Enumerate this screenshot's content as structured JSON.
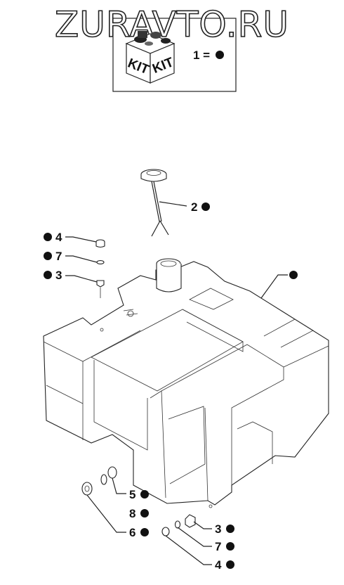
{
  "watermark": "ZURAVTO.RU",
  "kit": {
    "box_label_left": "KIT",
    "box_label_right": "KIT",
    "legend_text": "1 ="
  },
  "callouts": [
    {
      "id": "c2",
      "number": "2"
    },
    {
      "id": "c4a",
      "number": "4"
    },
    {
      "id": "c7a",
      "number": "7"
    },
    {
      "id": "c3a",
      "number": "3"
    },
    {
      "id": "c5",
      "number": "5"
    },
    {
      "id": "c8",
      "number": "8"
    },
    {
      "id": "c6",
      "number": "6"
    },
    {
      "id": "c3b",
      "number": "3"
    },
    {
      "id": "c7b",
      "number": "7"
    },
    {
      "id": "c4b",
      "number": "4"
    }
  ],
  "colors": {
    "ink": "#222222",
    "paper": "#ffffff"
  }
}
